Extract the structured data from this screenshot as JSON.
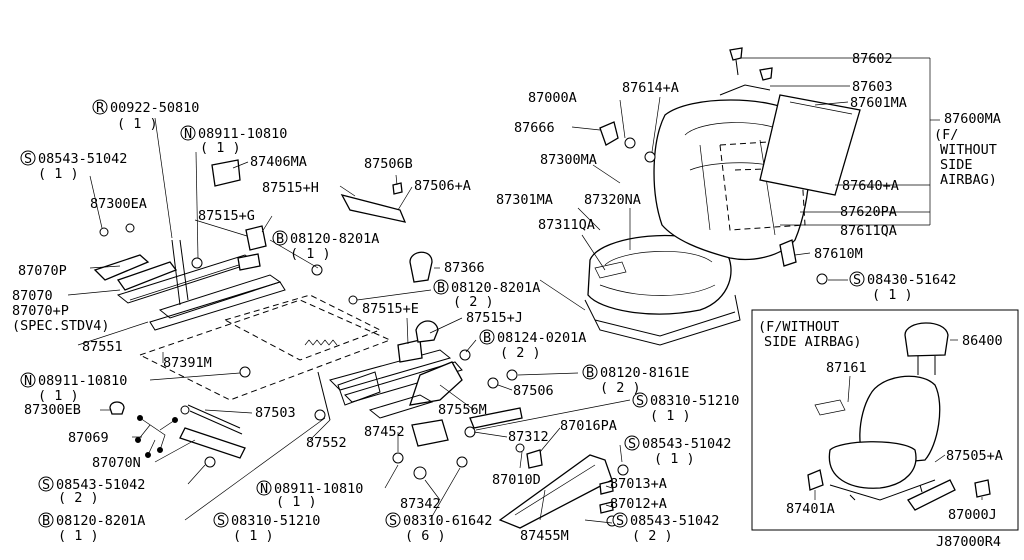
{
  "diagram_code": "J87000R4",
  "labels": [
    {
      "id": "p00922",
      "prefix": "R",
      "text": "00922-50810",
      "qty": "( 1 )"
    },
    {
      "id": "p08911a",
      "prefix": "N",
      "text": "08911-10810",
      "qty": "( 1 )"
    },
    {
      "id": "p08543a",
      "prefix": "S",
      "text": "08543-51042",
      "qty": "( 1 )"
    },
    {
      "id": "p87406ma",
      "text": "87406MA"
    },
    {
      "id": "p87506b",
      "text": "87506B"
    },
    {
      "id": "p87515h",
      "text": "87515+H"
    },
    {
      "id": "p87506a",
      "text": "87506+A"
    },
    {
      "id": "p87300ea",
      "text": "87300EA"
    },
    {
      "id": "p87515g",
      "text": "87515+G"
    },
    {
      "id": "p08120a",
      "prefix": "B",
      "text": "08120-8201A",
      "qty": "( 1 )"
    },
    {
      "id": "p87366",
      "text": "87366"
    },
    {
      "id": "p87070p",
      "text": "87070P"
    },
    {
      "id": "p87070",
      "text": "87070"
    },
    {
      "id": "p87070plus",
      "text": "87070+P"
    },
    {
      "id": "pspec",
      "text": "(SPEC.STDV4)"
    },
    {
      "id": "p08120b",
      "prefix": "B",
      "text": "08120-8201A",
      "qty": "( 2 )"
    },
    {
      "id": "p87515e",
      "text": "87515+E"
    },
    {
      "id": "p87515j",
      "text": "87515+J"
    },
    {
      "id": "p87551",
      "text": "87551"
    },
    {
      "id": "p08124",
      "prefix": "B",
      "text": "08124-0201A",
      "qty": "( 2 )"
    },
    {
      "id": "p87391m",
      "text": "87391M"
    },
    {
      "id": "p08911b",
      "prefix": "N",
      "text": "08911-10810",
      "qty": "( 1 )"
    },
    {
      "id": "p08120c",
      "prefix": "B",
      "text": "08120-8161E",
      "qty": "( 2 )"
    },
    {
      "id": "p87506",
      "text": "87506"
    },
    {
      "id": "p87300eb",
      "text": "87300EB"
    },
    {
      "id": "p87503",
      "text": "87503"
    },
    {
      "id": "p87556m",
      "text": "87556M"
    },
    {
      "id": "p08310a",
      "prefix": "S",
      "text": "08310-51210",
      "qty": "( 1 )"
    },
    {
      "id": "p87069",
      "text": "87069"
    },
    {
      "id": "p87552",
      "text": "87552"
    },
    {
      "id": "p87452",
      "text": "87452"
    },
    {
      "id": "p87312",
      "text": "87312"
    },
    {
      "id": "p87016pa",
      "text": "87016PA"
    },
    {
      "id": "p87070n",
      "text": "87070N"
    },
    {
      "id": "p08543b",
      "prefix": "S",
      "text": "08543-51042",
      "qty": "( 1 )"
    },
    {
      "id": "p87010d",
      "text": "87010D"
    },
    {
      "id": "p08543c",
      "prefix": "S",
      "text": "08543-51042",
      "qty": "( 2 )"
    },
    {
      "id": "p08911c",
      "prefix": "N",
      "text": "08911-10810",
      "qty": "( 1 )"
    },
    {
      "id": "p87342",
      "text": "87342"
    },
    {
      "id": "p87013a",
      "text": "87013+A"
    },
    {
      "id": "p87012a",
      "text": "87012+A"
    },
    {
      "id": "p08120d",
      "prefix": "B",
      "text": "08120-8201A",
      "qty": "( 1 )"
    },
    {
      "id": "p08310b",
      "prefix": "S",
      "text": "08310-51210",
      "qty": "( 1 )"
    },
    {
      "id": "p08310c",
      "prefix": "S",
      "text": "08310-61642",
      "qty": "( 6 )"
    },
    {
      "id": "p87455m",
      "text": "87455M"
    },
    {
      "id": "p08543d",
      "prefix": "S",
      "text": "08543-51042",
      "qty": "( 2 )"
    },
    {
      "id": "p87602",
      "text": "87602"
    },
    {
      "id": "p87603",
      "text": "87603"
    },
    {
      "id": "p87000a",
      "text": "87000A"
    },
    {
      "id": "p87614a",
      "text": "87614+A"
    },
    {
      "id": "p87601ma",
      "text": "87601MA"
    },
    {
      "id": "p87600ma",
      "text": "87600MA"
    },
    {
      "id": "pnote1",
      "text": "(F/"
    },
    {
      "id": "pnote2",
      "text": "WITHOUT"
    },
    {
      "id": "pnote3",
      "text": "SIDE"
    },
    {
      "id": "pnote4",
      "text": "AIRBAG)"
    },
    {
      "id": "p87666",
      "text": "87666"
    },
    {
      "id": "p87300ma",
      "text": "87300MA"
    },
    {
      "id": "p87301ma",
      "text": "87301MA"
    },
    {
      "id": "p87320na",
      "text": "87320NA"
    },
    {
      "id": "p87640a",
      "text": "87640+A"
    },
    {
      "id": "p87311qa",
      "text": "87311QA"
    },
    {
      "id": "p87620pa",
      "text": "87620PA"
    },
    {
      "id": "p87611qa",
      "text": "87611QA"
    },
    {
      "id": "p87610m",
      "text": "87610M"
    },
    {
      "id": "p08430",
      "prefix": "S",
      "text": "08430-51642",
      "qty": "( 1 )"
    },
    {
      "id": "pinset1",
      "text": "(F/WITHOUT"
    },
    {
      "id": "pinset2",
      "text": "SIDE AIRBAG)"
    },
    {
      "id": "p86400",
      "text": "86400"
    },
    {
      "id": "p87161",
      "text": "87161"
    },
    {
      "id": "p87505a",
      "text": "87505+A"
    },
    {
      "id": "p87401a",
      "text": "87401A"
    },
    {
      "id": "p87000j",
      "text": "87000J"
    }
  ]
}
